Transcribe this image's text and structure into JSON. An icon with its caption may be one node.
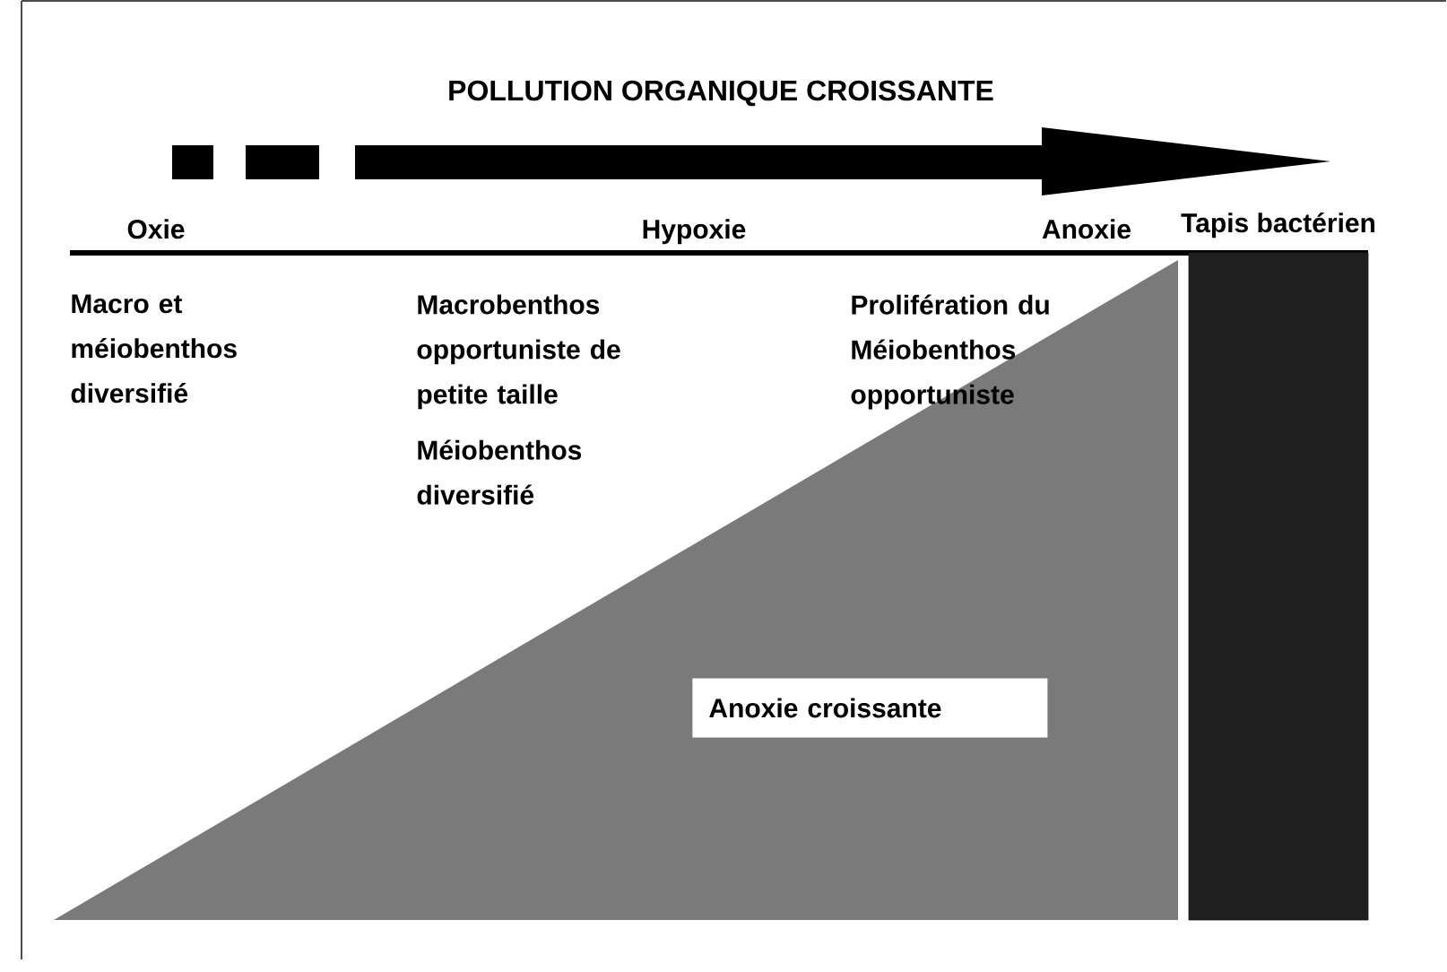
{
  "diagram": {
    "title": "POLLUTION ORGANIQUE CROISSANTE",
    "nodes": [
      {
        "text": [
          "Tapis bactérien"
        ]
      },
      {
        "text": [
          "Anoxie croissante"
        ]
      }
    ],
    "labels": [
      "Oxie",
      "Hypoxie",
      "Anoxie",
      "Macro et méiobenthos diversifié",
      "Macrobenthos opportuniste de petite taille",
      "Prolifération du Méiobenthos opportuniste",
      "Méiobenthos diversifié"
    ]
  }
}
